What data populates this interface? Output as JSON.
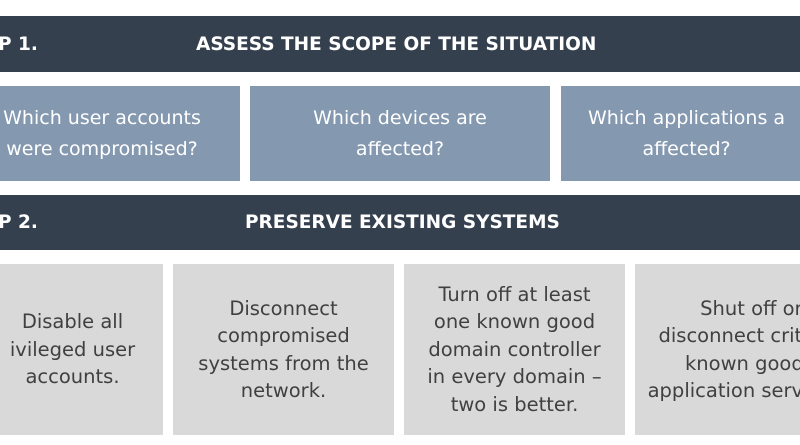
{
  "step1": {
    "step_label": "P 1.",
    "title": "ASSESS THE SCOPE OF THE SITUATION",
    "questions": [
      [
        "Which user accounts",
        "were compromised?"
      ],
      [
        "Which devices are",
        "affected?"
      ],
      [
        "Which applications a",
        "affected?"
      ]
    ]
  },
  "step2": {
    "step_label": "P 2.",
    "title": "PRESERVE EXISTING SYSTEMS",
    "actions": [
      [
        "Disable all",
        "ivileged user",
        "accounts."
      ],
      [
        "Disconnect",
        "compromised",
        "systems from the",
        "network."
      ],
      [
        "Turn off at least",
        "one known good",
        "domain controller",
        "in every domain –",
        "two is better."
      ],
      [
        "Shut off or",
        "disconnect crit",
        "known good",
        "application serv"
      ]
    ]
  },
  "colors": {
    "banner": "#35404f",
    "question_box": "#8498b0",
    "action_box": "#d9d9d9",
    "action_text": "#404040"
  }
}
